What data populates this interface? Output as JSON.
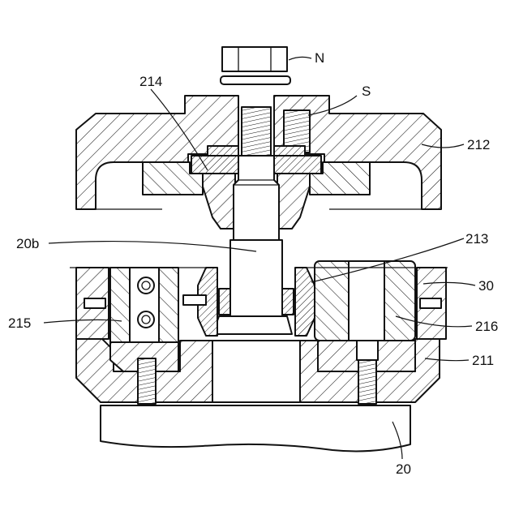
{
  "figure": {
    "labels": {
      "N": "N",
      "S": "S",
      "l214": "214",
      "l212": "212",
      "l20b": "20b",
      "l213": "213",
      "l30": "30",
      "l215": "215",
      "l216": "216",
      "l211": "211",
      "l20": "20"
    }
  }
}
